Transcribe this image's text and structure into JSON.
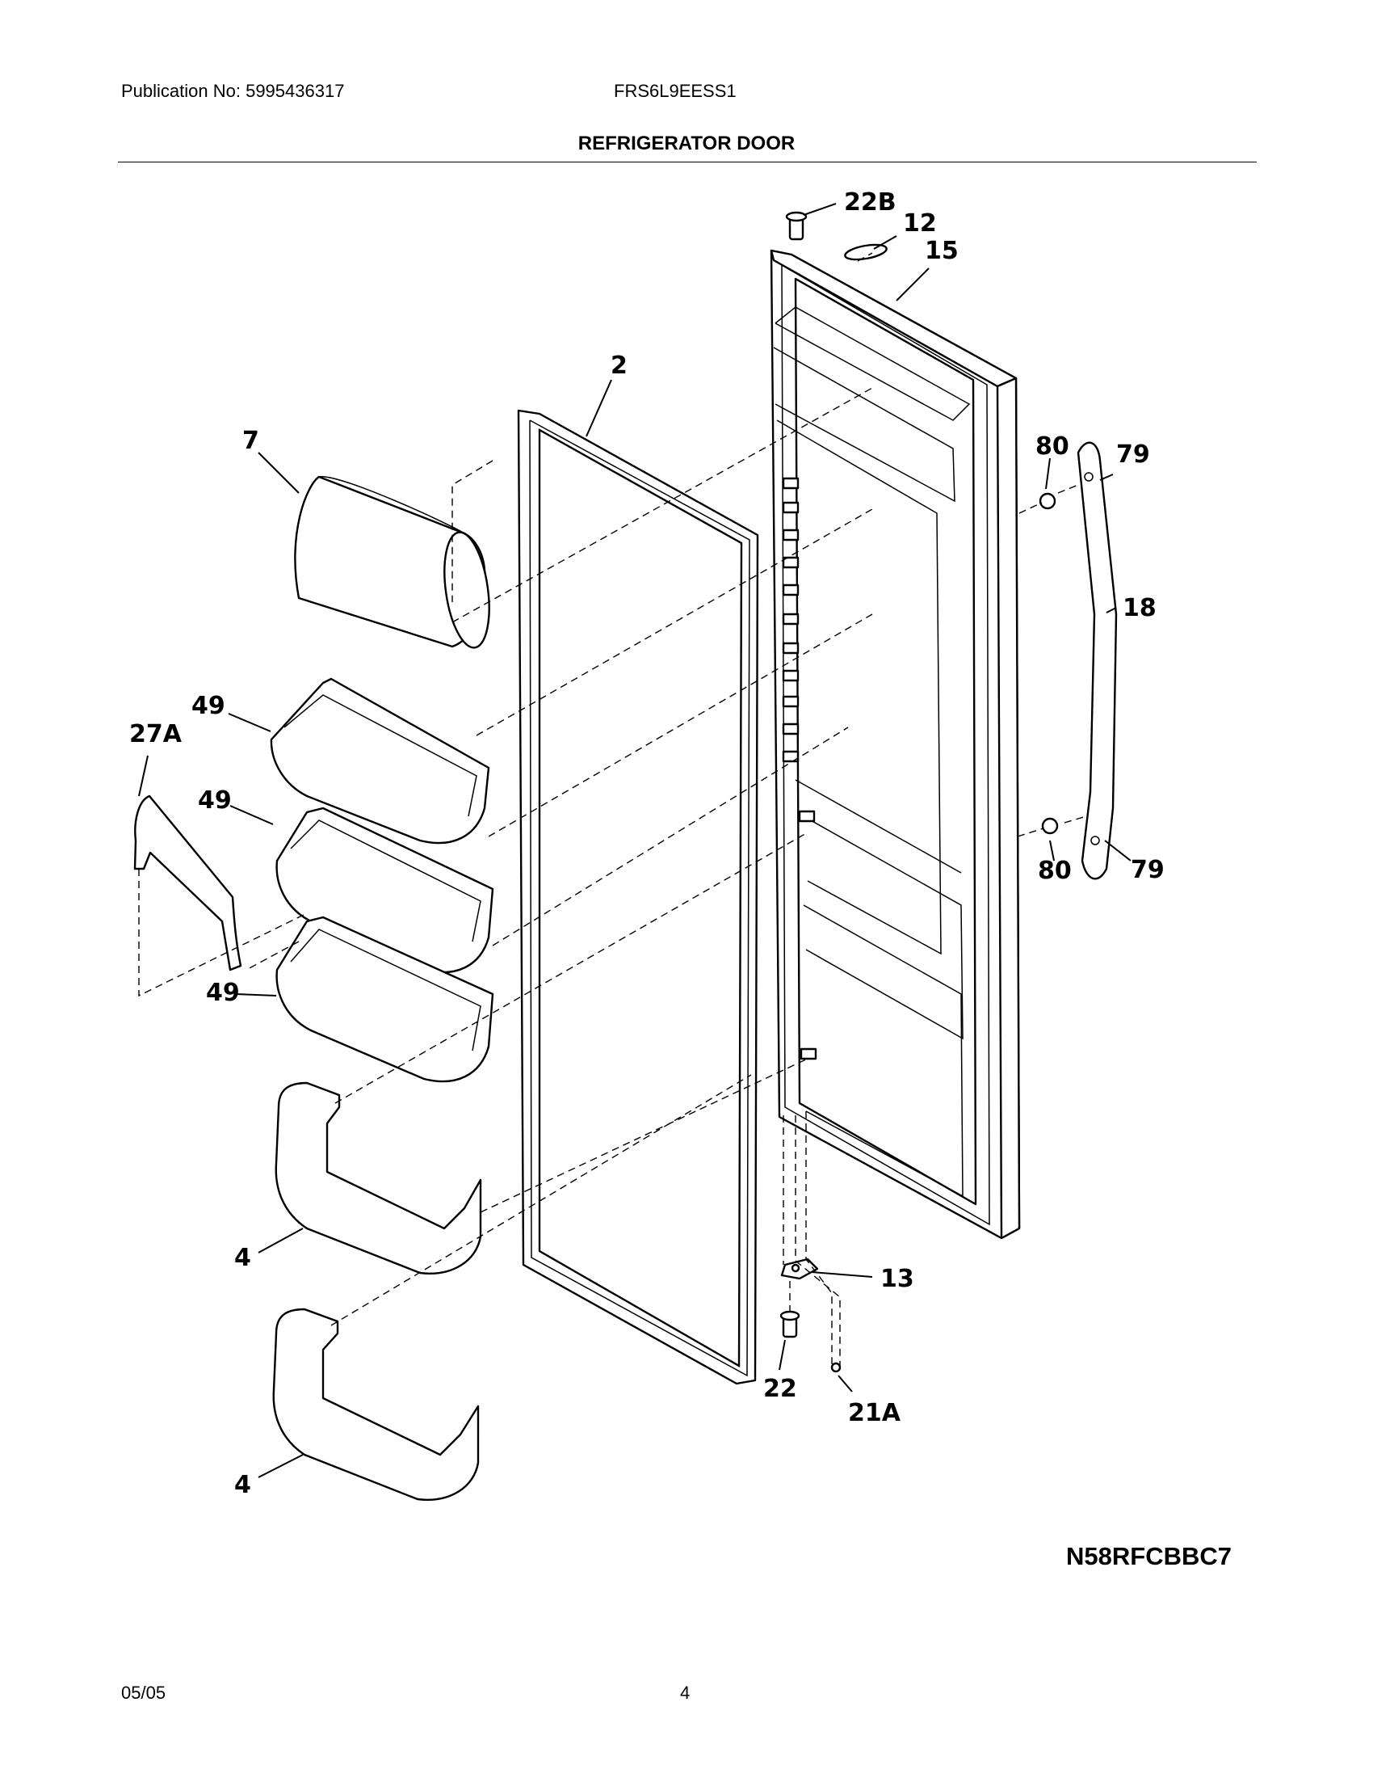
{
  "header": {
    "publication": "Publication No: 5995436317",
    "model": "FRS6L9EESS1",
    "title": "REFRIGERATOR DOOR"
  },
  "callouts": {
    "c22b": "22B",
    "c12": "12",
    "c15": "15",
    "c2": "2",
    "c7": "7",
    "c80a": "80",
    "c79a": "79",
    "c18": "18",
    "c49a": "49",
    "c27a": "27A",
    "c49b": "49",
    "c49c": "49",
    "c80b": "80",
    "c79b": "79",
    "c4a": "4",
    "c13": "13",
    "c22": "22",
    "c21a": "21A",
    "c4b": "4"
  },
  "diagram_code": "N58RFCBBC7",
  "footer": {
    "date": "05/05",
    "page": "4"
  }
}
